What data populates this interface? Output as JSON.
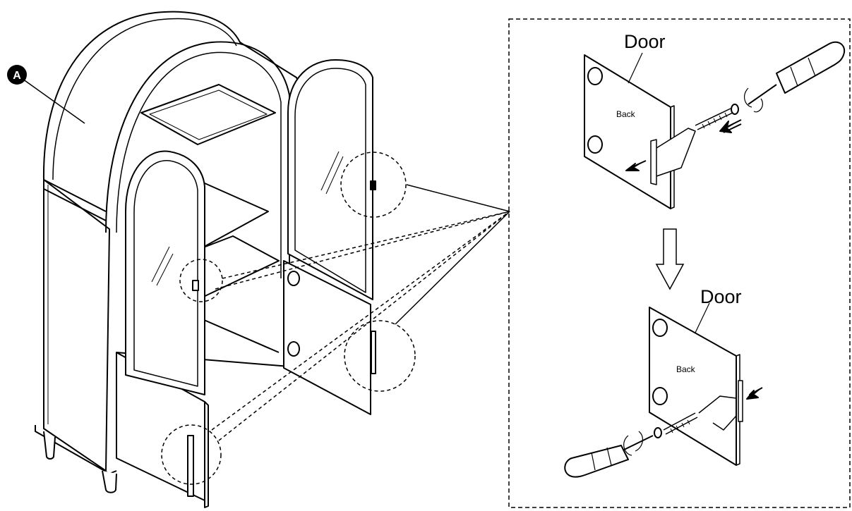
{
  "part_marker": {
    "letter": "A"
  },
  "detail_top": {
    "door_label": "Door",
    "back_label": "Back"
  },
  "detail_bottom": {
    "door_label": "Door",
    "back_label": "Back"
  },
  "colors": {
    "line": "#000000",
    "background": "#ffffff"
  },
  "icons": [
    "screwdriver-icon",
    "push-arrow-icon",
    "rotation-arrow-icon",
    "down-arrow-icon",
    "handle-icon",
    "hinge-icon"
  ]
}
